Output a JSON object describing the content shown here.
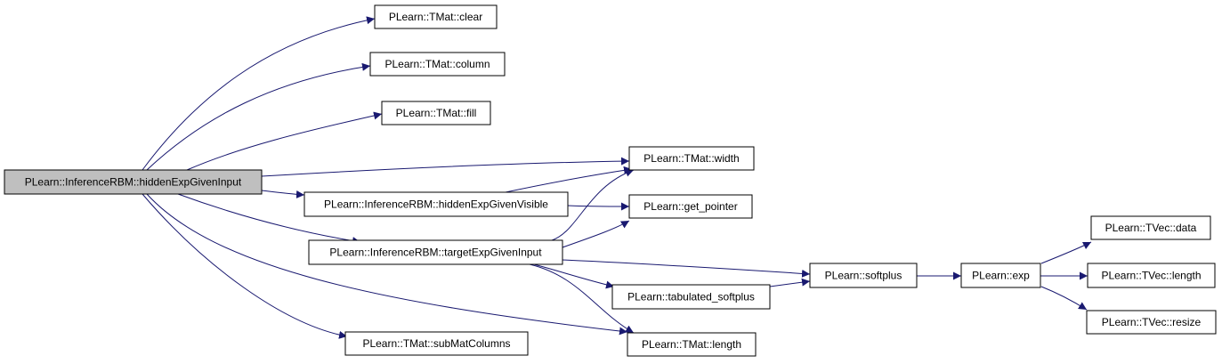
{
  "colors": {
    "edge": "#191970",
    "root_fill": "#bfbfbf",
    "node_fill": "#ffffff",
    "border": "#000000"
  },
  "nodes": [
    {
      "id": "root",
      "label": "PLearn::InferenceRBM::hiddenExpGivenInput"
    },
    {
      "id": "clear",
      "label": "PLearn::TMat::clear"
    },
    {
      "id": "column",
      "label": "PLearn::TMat::column"
    },
    {
      "id": "fill",
      "label": "PLearn::TMat::fill"
    },
    {
      "id": "width",
      "label": "PLearn::TMat::width"
    },
    {
      "id": "hevis",
      "label": "PLearn::InferenceRBM::hiddenExpGivenVisible"
    },
    {
      "id": "getptr",
      "label": "PLearn::get_pointer"
    },
    {
      "id": "target",
      "label": "PLearn::InferenceRBM::targetExpGivenInput"
    },
    {
      "id": "softplus",
      "label": "PLearn::softplus"
    },
    {
      "id": "tabsoft",
      "label": "PLearn::tabulated_softplus"
    },
    {
      "id": "exp",
      "label": "PLearn::exp"
    },
    {
      "id": "vdata",
      "label": "PLearn::TVec::data"
    },
    {
      "id": "vlength",
      "label": "PLearn::TVec::length"
    },
    {
      "id": "vresize",
      "label": "PLearn::TVec::resize"
    },
    {
      "id": "submat",
      "label": "PLearn::TMat::subMatColumns"
    },
    {
      "id": "mlength",
      "label": "PLearn::TMat::length"
    }
  ],
  "edges": [
    [
      "root",
      "clear"
    ],
    [
      "root",
      "column"
    ],
    [
      "root",
      "fill"
    ],
    [
      "root",
      "width"
    ],
    [
      "root",
      "hevis"
    ],
    [
      "root",
      "target"
    ],
    [
      "root",
      "submat"
    ],
    [
      "root",
      "mlength"
    ],
    [
      "hevis",
      "width"
    ],
    [
      "hevis",
      "getptr"
    ],
    [
      "target",
      "width"
    ],
    [
      "target",
      "getptr"
    ],
    [
      "target",
      "softplus"
    ],
    [
      "target",
      "tabsoft"
    ],
    [
      "target",
      "mlength"
    ],
    [
      "tabsoft",
      "softplus"
    ],
    [
      "softplus",
      "exp"
    ],
    [
      "exp",
      "vdata"
    ],
    [
      "exp",
      "vlength"
    ],
    [
      "exp",
      "vresize"
    ]
  ]
}
